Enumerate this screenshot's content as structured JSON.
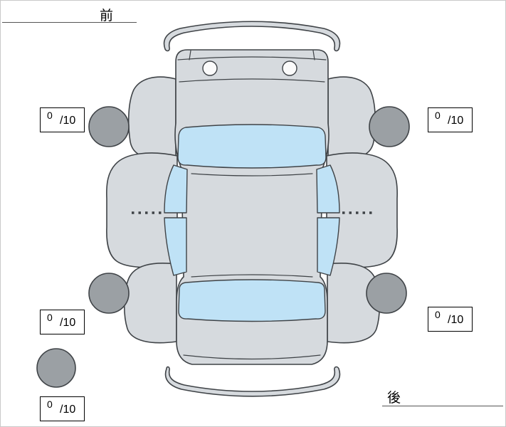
{
  "labels": {
    "front": "前",
    "rear": "後"
  },
  "scores": {
    "front_left": {
      "value": "0",
      "denominator": "/10"
    },
    "front_right": {
      "value": "0",
      "denominator": "/10"
    },
    "rear_left": {
      "value": "0",
      "denominator": "/10"
    },
    "rear_right": {
      "value": "0",
      "denominator": "/10"
    },
    "spare": {
      "value": "0",
      "denominator": "/10"
    }
  },
  "colors": {
    "background": "#ffffff",
    "body_fill": "#d6dade",
    "window_fill": "#bfe2f6",
    "wheel_fill": "#9ba0a4",
    "outline": "#3f4347",
    "box_border": "#000000",
    "underline": "#555555",
    "text": "#000000"
  }
}
